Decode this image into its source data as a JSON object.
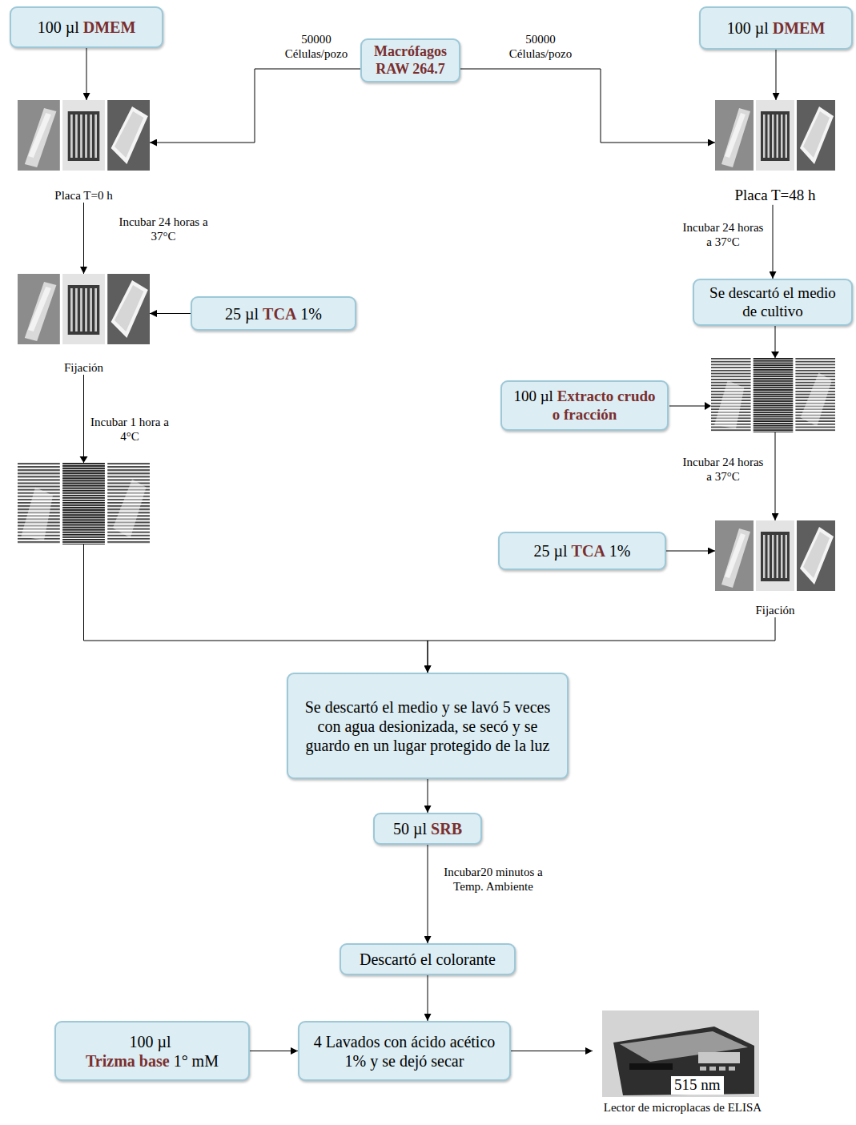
{
  "diagram": {
    "nodes": [
      {
        "text": [
          "100 µl",
          "DMEM"
        ]
      },
      {
        "text": [
          "Macrófagos RAW 264.7"
        ]
      },
      {
        "text": [
          "100 µl",
          "DMEM"
        ]
      },
      {
        "text": [
          "Placa T=0 h"
        ]
      },
      {
        "text": [
          "Placa T=48 h"
        ]
      },
      {
        "text": [
          "Se descartó el medio de cultivo"
        ]
      },
      {
        "text": [
          "25 µl",
          "TCA",
          "1%"
        ]
      },
      {
        "text": [
          "Fijación"
        ]
      },
      {
        "text": [
          "100 µl",
          "Extracto crudo o fracción"
        ]
      },
      {
        "text": [
          "25 µl",
          "TCA",
          "1%"
        ]
      },
      {
        "text": [
          "Fijación"
        ]
      },
      {
        "text": [
          "Se descartó el medio y se lavó 5 veces con agua desionizada, se secó y se guardo en un lugar protegido de la luz"
        ]
      },
      {
        "text": [
          "50 µl",
          "SRB"
        ]
      },
      {
        "text": [
          "Descartó el colorante"
        ]
      },
      {
        "text": [
          "100 µl",
          "Trizma base",
          "1° mM"
        ]
      },
      {
        "text": [
          "4 Lavados con ácido acético 1% y se dejó secar"
        ]
      },
      {
        "text": [
          "515 nm",
          "Lector de microplacas de ELISA"
        ]
      }
    ],
    "edges": [
      {
        "from": 0,
        "to": 3,
        "arrow": "to"
      },
      {
        "from": 1,
        "to": 3,
        "label": "50000 Células/pozo",
        "arrow": "to"
      },
      {
        "from": 1,
        "to": 4,
        "label": "50000 Células/pozo",
        "arrow": "to"
      },
      {
        "from": 2,
        "to": 4,
        "arrow": "to"
      },
      {
        "from": 3,
        "to": 7,
        "label": "Incubar 24 horas a 37°C",
        "arrow": "to"
      },
      {
        "from": 4,
        "to": 5,
        "label": "Incubar 24 horas a 37°C",
        "arrow": "to"
      },
      {
        "from": 6,
        "to": 7,
        "arrow": "to"
      },
      {
        "from": 5,
        "to": 10,
        "label": "Incubar 24 horas a 37°C",
        "arrow": "to"
      },
      {
        "from": 9,
        "to": 10,
        "arrow": "to"
      },
      {
        "from": 7,
        "to": 11,
        "label": "Incubar 1 hora a 4°C",
        "arrow": "to"
      },
      {
        "from": 10,
        "to": 11,
        "arrow": "to"
      },
      {
        "from": 11,
        "to": 12,
        "arrow": "to"
      },
      {
        "from": 12,
        "to": 13,
        "label": "Incubar20 minutos a Temp. Ambiente",
        "arrow": "to"
      },
      {
        "from": 13,
        "to": 15,
        "arrow": "to"
      },
      {
        "from": 14,
        "to": 15,
        "arrow": "to"
      },
      {
        "from": 15,
        "to": 16,
        "arrow": "to"
      }
    ]
  }
}
